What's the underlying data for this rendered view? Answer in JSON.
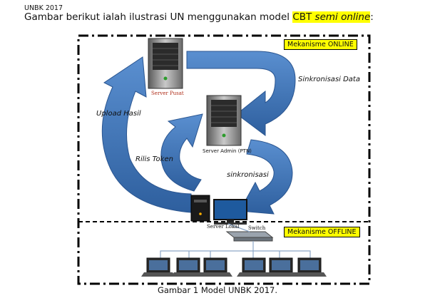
{
  "header": {
    "small_title": "UNBK 2017",
    "intro_text": "Gambar berikut ialah ilustrasi UN menggunakan model ",
    "highlight_plain": "CBT ",
    "highlight_italic": "semi online",
    "intro_end": ":"
  },
  "sections": {
    "online_label": "Mekanisme ONLINE",
    "offline_label": "Mekanisme OFFLINE"
  },
  "nodes": {
    "server_pusat": "Server Pusat",
    "server_admin": "Server Admin (PTN)",
    "server_lokal": "Server Lokal",
    "switch": "Switch"
  },
  "flows": {
    "sinkronisasi_data": "Sinkronisasi Data",
    "upload_hasil": "Upload Hasil",
    "rilis_token": "Rilis Token",
    "sinkronisasi": "sinkronisasi"
  },
  "colors": {
    "arrow_blue": "#3f74b5",
    "highlight": "#ffff00"
  },
  "caption": "Gambar 1 Model UNBK 2017."
}
